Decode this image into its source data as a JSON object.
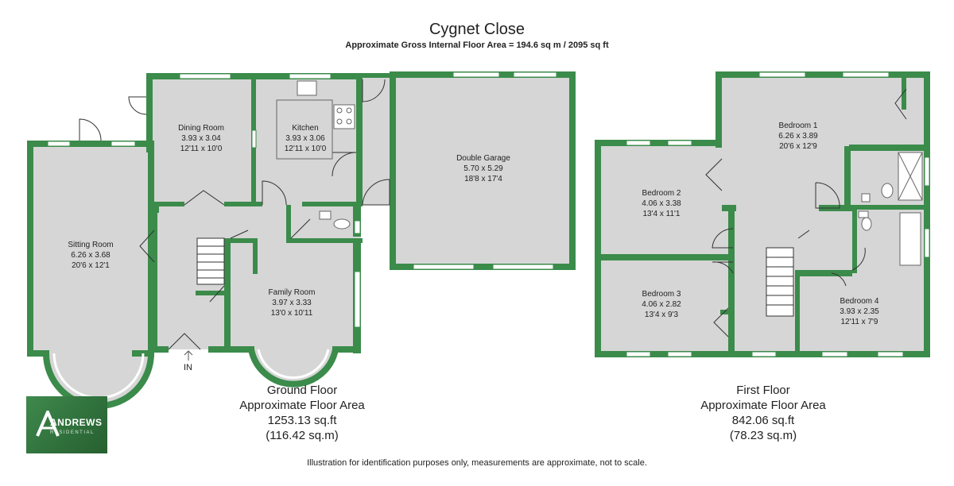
{
  "header": {
    "title": "Cygnet Close",
    "subtitle": "Approximate Gross Internal Floor Area = 194.6 sq m / 2095 sq ft"
  },
  "colors": {
    "wall": "#3b8b4b",
    "floor": "#d6d6d6",
    "window": "#ffffff"
  },
  "rooms": {
    "dining": {
      "name": "Dining Room",
      "metric": "3.93 x 3.04",
      "imperial": "12'11 x 10'0"
    },
    "kitchen": {
      "name": "Kitchen",
      "metric": "3.93 x 3.06",
      "imperial": "12'11 x 10'0"
    },
    "garage": {
      "name": "Double Garage",
      "metric": "5.70 x 5.29",
      "imperial": "18'8 x 17'4"
    },
    "sitting": {
      "name": "Sitting Room",
      "metric": "6.26 x 3.68",
      "imperial": "20'6 x 12'1"
    },
    "family": {
      "name": "Family Room",
      "metric": "3.97 x 3.33",
      "imperial": "13'0 x 10'11"
    },
    "bed1": {
      "name": "Bedroom 1",
      "metric": "6.26 x 3.89",
      "imperial": "20'6 x 12'9"
    },
    "bed2": {
      "name": "Bedroom 2",
      "metric": "4.06 x 3.38",
      "imperial": "13'4 x 11'1"
    },
    "bed3": {
      "name": "Bedroom 3",
      "metric": "4.06 x 2.82",
      "imperial": "13'4 x 9'3"
    },
    "bed4": {
      "name": "Bedroom 4",
      "metric": "3.93 x 2.35",
      "imperial": "12'11 x 7'9"
    }
  },
  "entrance_label": "IN",
  "ground_floor": {
    "name": "Ground Floor",
    "area_label": "Approximate Floor Area",
    "sqft": "1253.13 sq.ft",
    "sqm": "(116.42 sq.m)"
  },
  "first_floor": {
    "name": "First Floor",
    "area_label": "Approximate Floor Area",
    "sqft": "842.06 sq.ft",
    "sqm": "(78.23 sq.m)"
  },
  "logo": {
    "brand": "ANDREWS",
    "sub": "RESIDENTIAL"
  },
  "disclaimer": "Illustration for identification purposes only, measurements are approximate, not to scale."
}
